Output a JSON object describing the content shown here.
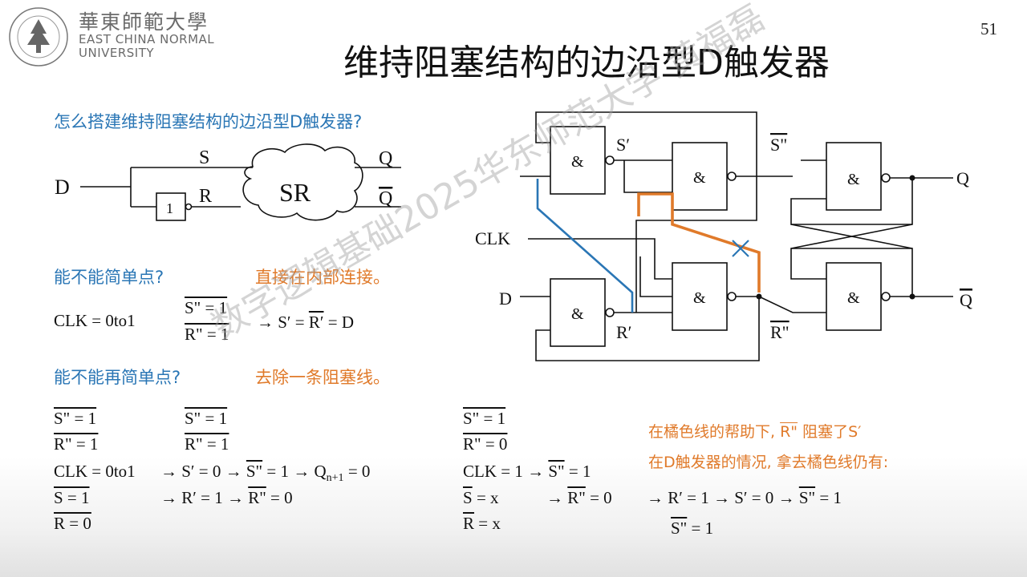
{
  "header": {
    "logo_cn": "華東師範大學",
    "logo_en_line1": "EAST CHINA NORMAL",
    "logo_en_line2": "UNIVERSITY",
    "page_number": "51",
    "title": "维持阻塞结构的边沿型D触发器"
  },
  "question1": "怎么搭建维持阻塞结构的边沿型D触发器?",
  "diagram_left": {
    "input_D": "D",
    "label_S": "S",
    "label_R": "R",
    "inverter": "1",
    "sr_block": "SR",
    "out_Q": "Q",
    "out_Qbar": "Q"
  },
  "diagram_right": {
    "gate": "&",
    "label_S1": "S′",
    "label_S2": "S\"",
    "label_R1": "R′",
    "label_R2": "R\"",
    "label_CLK": "CLK",
    "label_D": "D",
    "out_Q": "Q",
    "out_Qbar": "Q"
  },
  "simplify1": {
    "question": "能不能简单点?",
    "answer": "直接在内部连接。",
    "clk": "CLK = 0to1",
    "s2": "S\" = 1",
    "r2": "R\" = 1",
    "result_prefix": "→ S′ = ",
    "result_r": "R′",
    "result_suffix": " = D"
  },
  "simplify2": {
    "question": "能不能再简单点?",
    "answer": "去除一条阻塞线。"
  },
  "block_left": {
    "l1": "S\" = 1",
    "l2": "R\" = 1",
    "l3": "CLK = 0to1",
    "l4": "S = 1",
    "l5": "R = 0",
    "m1": "S\" = 1",
    "m2": "R\" = 1",
    "m3a": "→ S′ = 0  →",
    "m3b": "S\"",
    "m3c": " = 1 → Q",
    "m3sub": "n+1",
    "m3d": " = 0",
    "m4a": "→ R′ = 1  →",
    "m4b": "R\"",
    "m4c": " = 0"
  },
  "block_right": {
    "l1": "S\" = 1",
    "l2": "R\" = 0",
    "l3a": "CLK = 1  →",
    "l3b": "S\"",
    "l3c": " = 1",
    "l4a": "S",
    "l4b": " = x",
    "l4c": "→",
    "l4d": "R\"",
    "l4e": " = 0",
    "l5a": "R",
    "l5b": " = x",
    "chain_a": "→ R′ = 1  → S′ = 0  →",
    "chain_b": "S\"",
    "chain_c": " = 1",
    "last_a": "S\"",
    "last_b": " = 1"
  },
  "note": {
    "line1a": "在橘色线的帮助下,",
    "line1b": "R\"",
    "line1c": " 阻塞了S′",
    "line2": "在D触发器的情况, 拿去橘色线仍有:"
  },
  "watermark": "数字逻辑基础2025华东师范大学 黄福磊",
  "colors": {
    "blue": "#2a76b5",
    "orange": "#e07a2a"
  }
}
